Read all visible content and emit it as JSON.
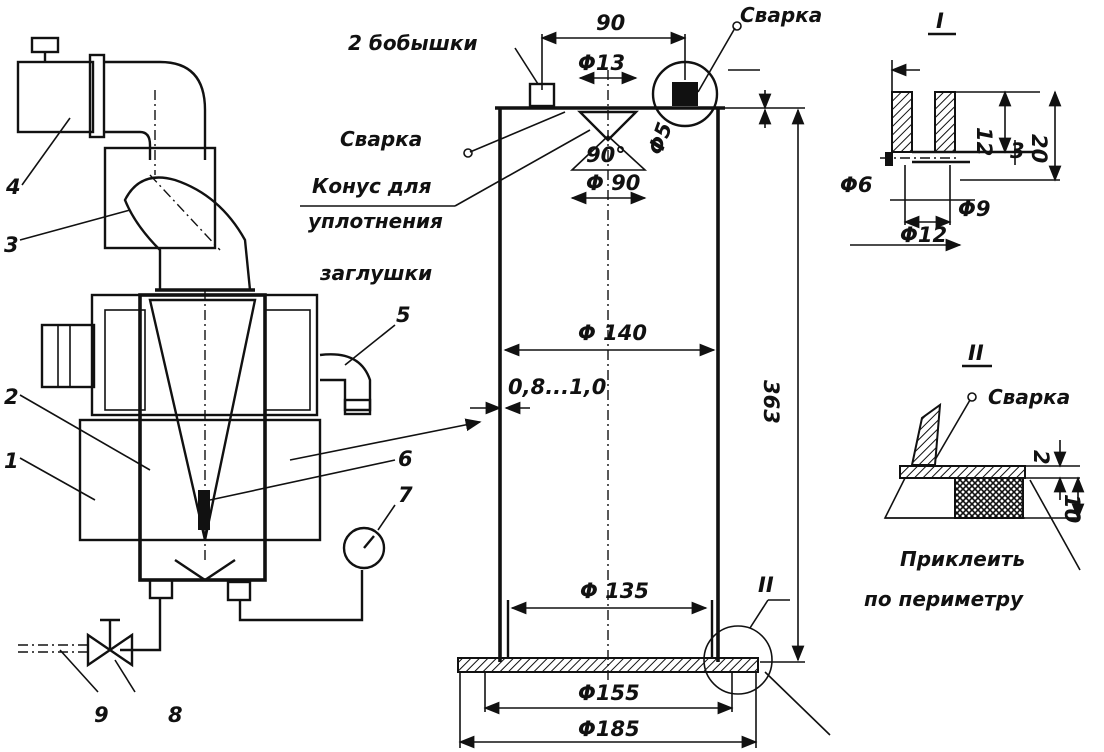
{
  "part_numbers": [
    "1",
    "2",
    "3",
    "4",
    "5",
    "6",
    "7",
    "8",
    "9"
  ],
  "labels": {
    "bosses": "2 бобышки",
    "welding": "Сварка",
    "cone": "Конус для",
    "cone2": "уплотнения",
    "plugs": "заглушки",
    "glue": "Приклеить",
    "glue2": "по периметру"
  },
  "dimensions": {
    "d90_top": "90",
    "d13": "Φ13",
    "d5": "Φ5",
    "angle90": "90°",
    "d90_cone": "Φ 90",
    "d140": "Φ 140",
    "wall": "0,8...1,0",
    "h363": "363",
    "d135": "Φ 135",
    "d155": "Φ155",
    "d185": "Φ185",
    "detail_12": "12",
    "detail_20": "20",
    "detail_3": "3",
    "d6": "Φ6",
    "d9": "Φ9",
    "d12": "Φ12",
    "detail2_2": "2",
    "detail2_10": "10"
  },
  "detail_marks": {
    "one": "I",
    "two": "II",
    "two_ref": "II"
  },
  "colors": {
    "ink": "#111111",
    "paper": "#ffffff"
  }
}
